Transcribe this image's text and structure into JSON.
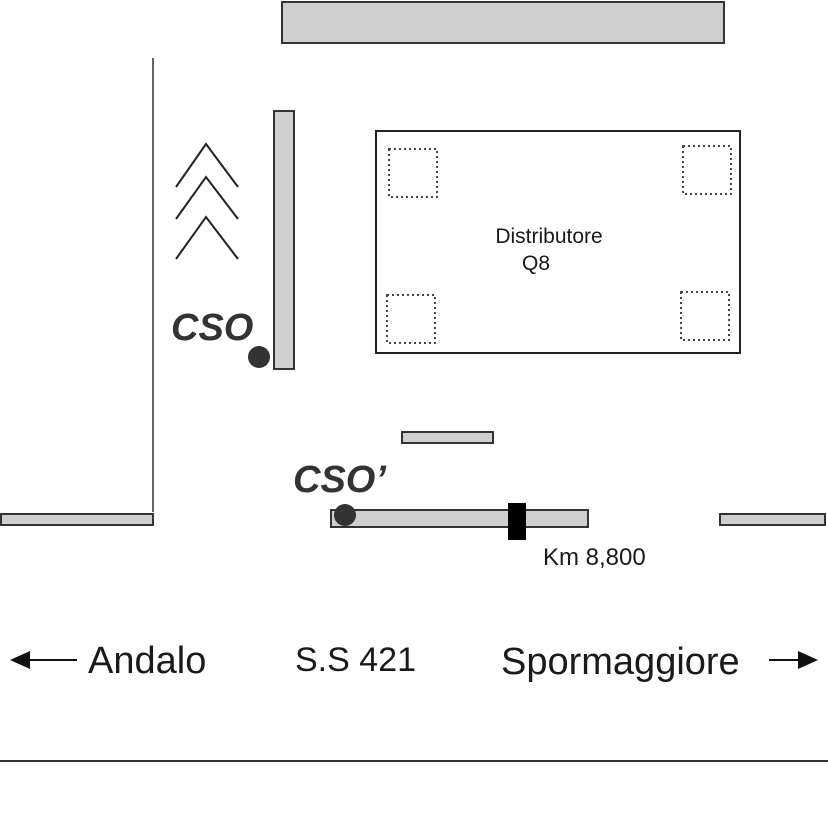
{
  "diagram": {
    "station": {
      "name": "Distributore",
      "brand": "Q8"
    },
    "points": {
      "cso_label": "CSO",
      "cso_prime_label": "CSO’"
    },
    "marker": {
      "km_label": "Km 8,800"
    },
    "road": {
      "name": "S.S 421",
      "west_destination": "Andalo",
      "east_destination": "Spormaggiore"
    },
    "colors": {
      "structure_fill": "#cfcfcf",
      "outline": "#333333",
      "point": "#333333",
      "marker": "#000000"
    }
  }
}
